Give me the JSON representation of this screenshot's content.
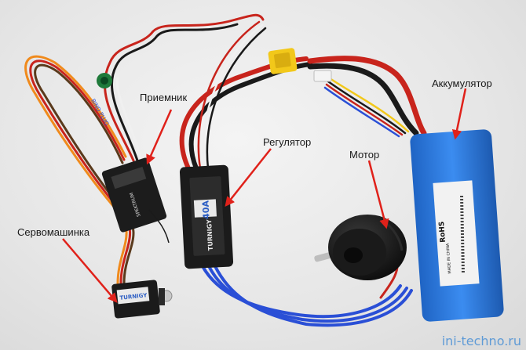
{
  "labels": {
    "receiver": "Приемник",
    "esc": "Регулятор",
    "battery": "Аккумулятор",
    "motor": "Мотор",
    "servo": "Сервомашинка"
  },
  "device_text": {
    "esc_brand": "TURNIGY",
    "esc_rating": "40A",
    "battery_rohs": "RoHS",
    "battery_made": "MADE IN CHINA",
    "receiver_brand": "SPEKTRUM",
    "bind_plug": "BIND PLUG",
    "servo_brand": "TURNIGY"
  },
  "watermark": "ini-techno.ru",
  "colors": {
    "arrow": "#e0211a",
    "battery": "#2f7fe0",
    "connector": "#f2c81a",
    "wire_red": "#d2232a",
    "wire_blue": "#2a4fd6",
    "wire_black": "#1a1a1a",
    "motor": "#161616"
  }
}
